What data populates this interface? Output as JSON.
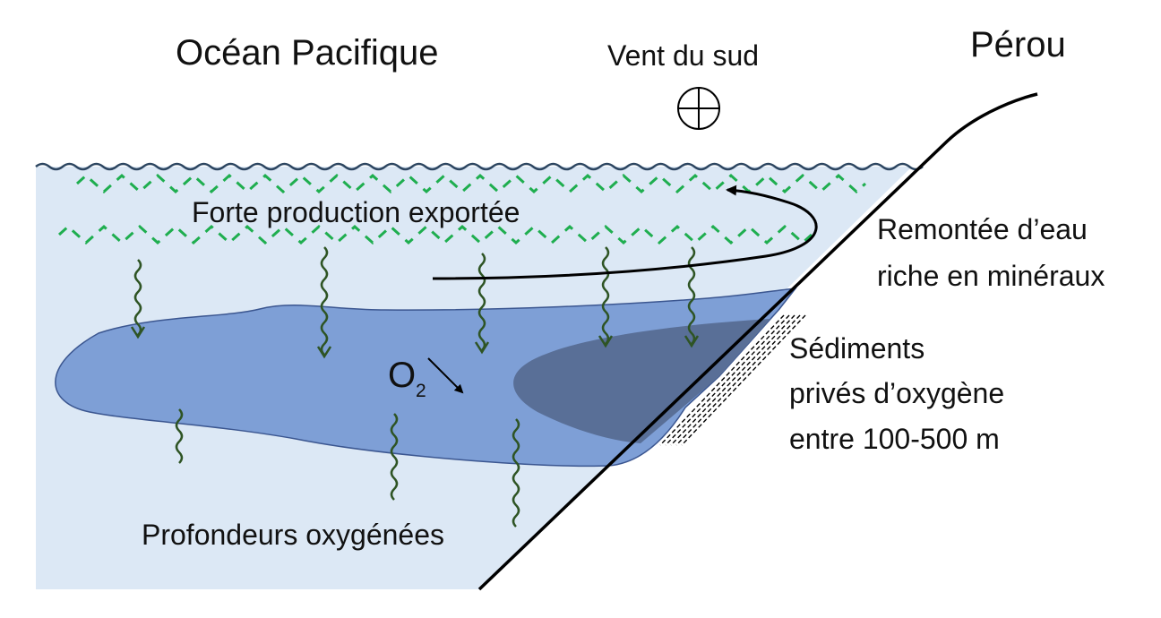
{
  "labels": {
    "ocean": "Océan Pacifique",
    "wind": "Vent du sud",
    "country": "Pérou",
    "production": "Forte production exportée",
    "upwelling_line1": "Remontée d’eau",
    "upwelling_line2": "riche en minéraux",
    "sediments_line1": "Sédiments",
    "sediments_line2": "privés d’oxygène",
    "sediments_line3": "entre 100-500 m",
    "oxygen_symbol": "O",
    "oxygen_subscript": "2",
    "deep": "Profondeurs oxygénées"
  },
  "icons": {
    "wind_direction": "into-page-wind-symbol-icon",
    "particles": "sinking-particle-icon",
    "flow": "upwelling-arrow-icon"
  },
  "colors": {
    "surface_water": "#dce8f5",
    "omz": "#7e9fd6",
    "omz_core": "#596f97",
    "plankton": "#1fae4f",
    "particles": "#2e5424",
    "outline": "#000000",
    "wave": "#2c4560"
  }
}
